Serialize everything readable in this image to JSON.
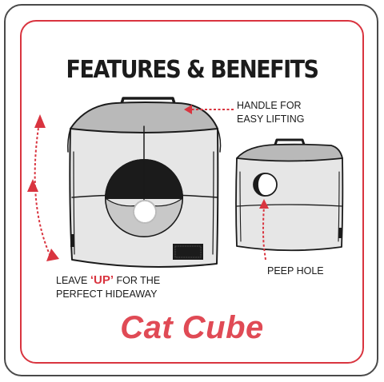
{
  "title": "FEATURES & BENEFITS",
  "labels": {
    "handle_line1": "HANDLE FOR",
    "handle_line2": "EASY LIFTING",
    "peep": "PEEP HOLE",
    "leave_pre": "LEAVE ",
    "leave_up": "‘UP’",
    "leave_post": " FOR THE",
    "leave_line2": "PERFECT HIDEAWAY"
  },
  "brand": "Cat Cube",
  "colors": {
    "accent": "#d9343f",
    "brand": "#e04a55",
    "ink": "#1b1b1b",
    "cube_side": "#e6e6e6",
    "cube_top": "#b9b9b9"
  },
  "icons": [
    "cat-cube-large-illustration",
    "cat-cube-small-illustration",
    "dotted-arrow",
    "up-arrow-icon",
    "pom-pom-toy"
  ]
}
